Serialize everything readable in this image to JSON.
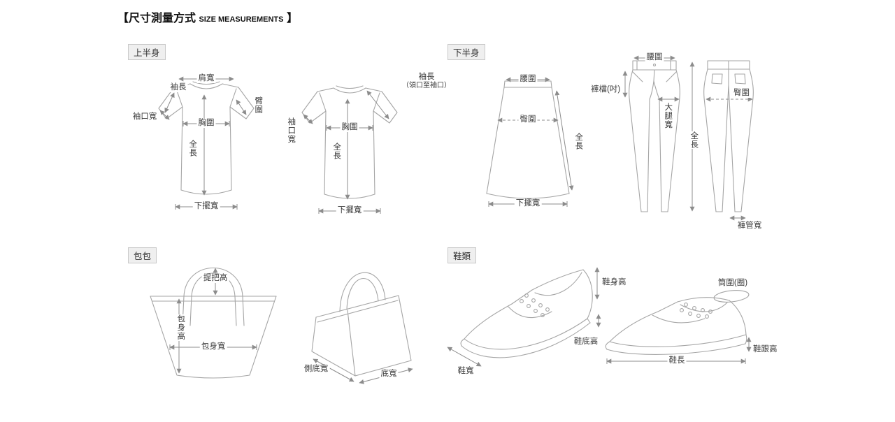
{
  "page": {
    "title_open": "【尺寸測量方式",
    "title_en": "SIZE MEASUREMENTS",
    "title_close": "】"
  },
  "sections": {
    "upper": {
      "tag": "上半身"
    },
    "lower": {
      "tag": "下半身"
    },
    "bags": {
      "tag": "包包"
    },
    "shoes": {
      "tag": "鞋類"
    }
  },
  "labels": {
    "tee1": {
      "shoulder": "肩寬",
      "sleeve": "袖長",
      "arm": "臂圍",
      "cuff": "袖口寬",
      "chest": "胸圍",
      "length": "全長",
      "hem": "下擺寬"
    },
    "tee2": {
      "sleeve": "袖長",
      "sleeve_note": "（領口至袖口）",
      "cuff": "袖口寬",
      "chest": "胸圍",
      "length": "全長",
      "hem": "下擺寬"
    },
    "skirt": {
      "waist": "腰圍",
      "hip": "臀圍",
      "length": "全長",
      "hem": "下擺寬"
    },
    "pants": {
      "waist": "腰圍",
      "crotch": "褲檔(吋)",
      "thigh": "大腿寬",
      "length": "全長",
      "hip": "臀圍",
      "leg_opening": "褲管寬"
    },
    "bags": {
      "handle_height": "提把高",
      "body_height": "包身高",
      "body_width": "包身寬",
      "side_bottom_width": "側底寬",
      "bottom_width": "底寬"
    },
    "shoes": {
      "body_height": "鞋身高",
      "sole_height": "鞋底高",
      "width": "鞋寬",
      "shaft": "筒圍(圈)",
      "heel_height": "鞋跟高",
      "length": "鞋長"
    }
  }
}
